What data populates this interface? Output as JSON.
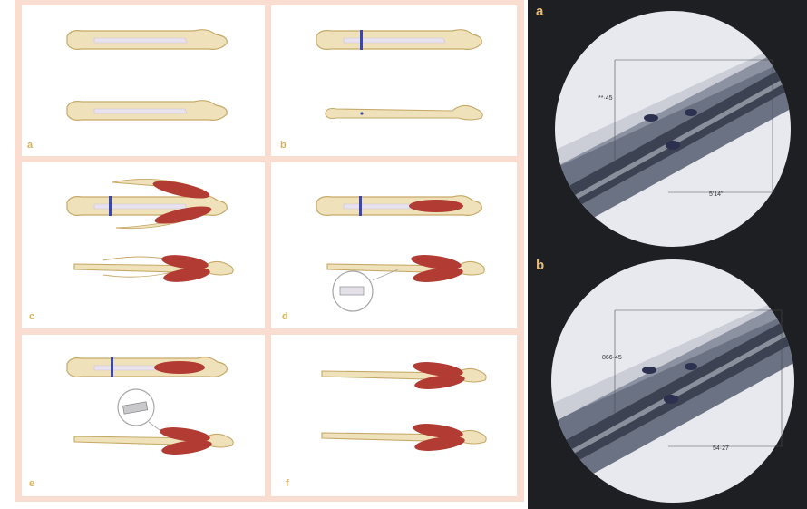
{
  "left_panels": {
    "a": {
      "label": "a"
    },
    "b": {
      "label": "b"
    },
    "c": {
      "label": "c"
    },
    "d": {
      "label": "d"
    },
    "e": {
      "label": "e"
    },
    "f": {
      "label": "f"
    }
  },
  "xrays": {
    "top": {
      "label": "a",
      "meas_left": "**·45",
      "meas_right": "5'14\""
    },
    "bottom": {
      "label": "b",
      "meas_left": "866·45",
      "meas_right": "54·27"
    }
  },
  "colors": {
    "bone": "#efe2bb",
    "bone_outline": "#c6a967",
    "marrow": "#e8e2ee",
    "muscle": "#b23c33",
    "cut": "#3a45b8",
    "background_tint": "#f8ddd0",
    "xray_bg": "#1d1f22"
  }
}
